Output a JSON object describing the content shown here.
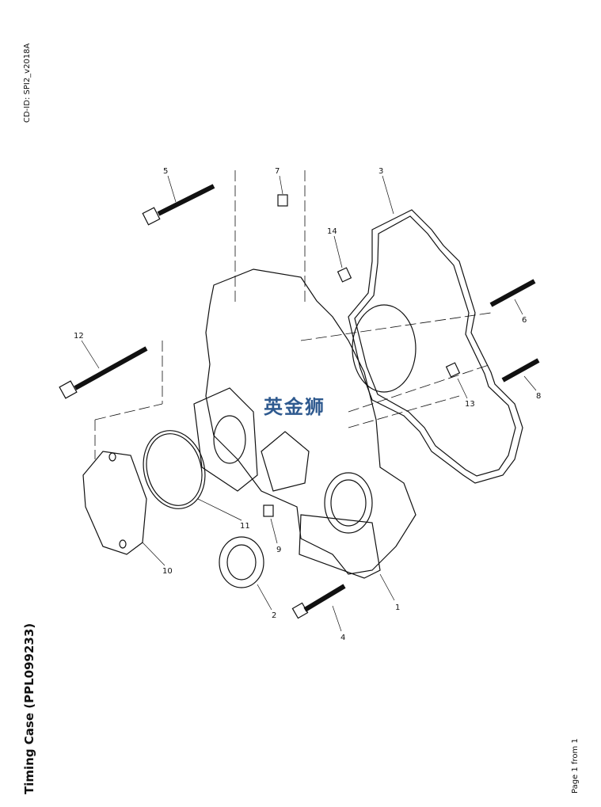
{
  "document_id": "CD-ID: SPI2_v2018A",
  "title": "Timing Case (PPL099233)",
  "page_indicator": "Page 1 from 1",
  "watermark": "英金狮",
  "watermark_color": "#2f5a8f",
  "callouts": [
    "1",
    "2",
    "3",
    "4",
    "5",
    "6",
    "7",
    "8",
    "9",
    "10",
    "11",
    "12",
    "13",
    "14"
  ]
}
